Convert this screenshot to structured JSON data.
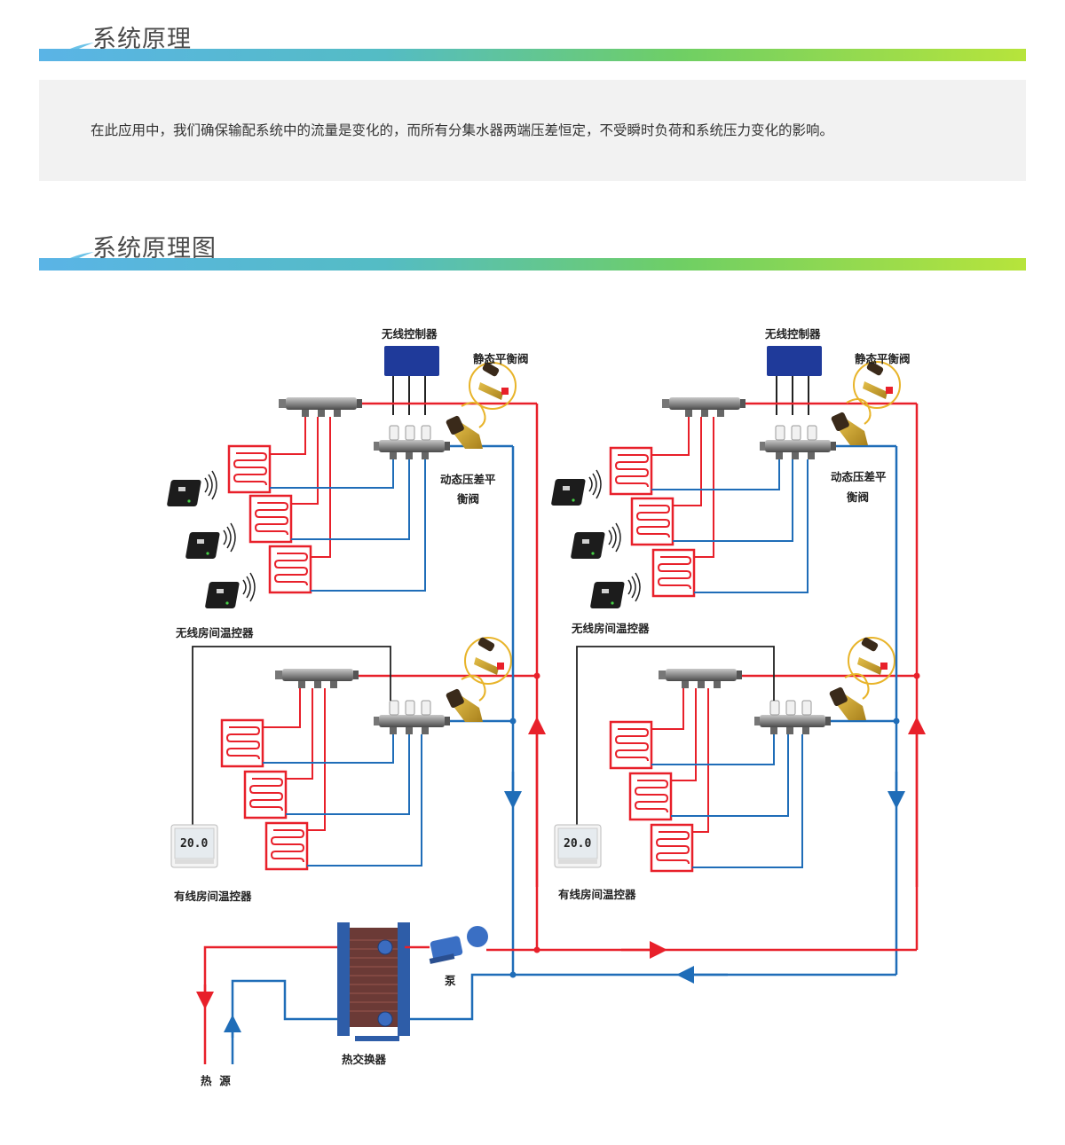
{
  "sections": [
    {
      "title": "系统原理"
    },
    {
      "title": "系统原理图"
    }
  ],
  "description": "在此应用中，我们确保输配系统中的流量是变化的，而所有分集水器两端压差恒定，不受瞬时负荷和系统压力变化的影响。",
  "diagram": {
    "wireless_controller": "无线控制器",
    "static_balance_valve": "静态平衡阀",
    "dp_valve_line1": "动态压差平",
    "dp_valve_line2": "衡阀",
    "wireless_thermostat": "无线房间温控器",
    "wired_thermostat": "有线房间温控器",
    "pump": "泵",
    "heat_exchanger": "热交换器",
    "heat_source": "热  源",
    "thermostat_display": "20.0"
  },
  "colors": {
    "supply": "#e8202a",
    "return": "#1f6db8",
    "signal": "#222222",
    "header_bar_start": "#5ab4e6",
    "header_bar_end": "#b7e43b"
  }
}
